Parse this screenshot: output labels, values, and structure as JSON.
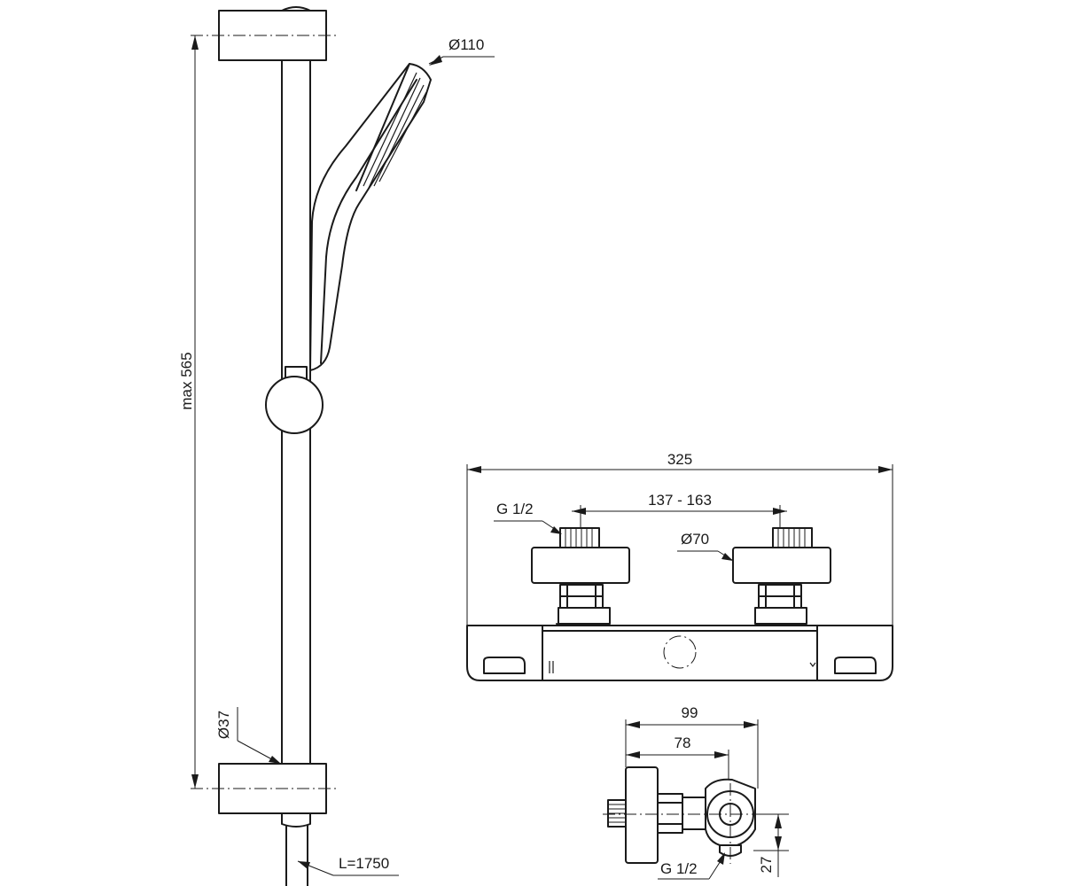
{
  "labels": {
    "shower_head_diameter": "Ø110",
    "rail_height": "max 565",
    "rail_diameter": "Ø37",
    "hose_length": "L=1750",
    "mixer_width": "325",
    "inlet_spacing": "137 - 163",
    "inlet_thread": "G 1/2",
    "escutcheon_diameter": "Ø70",
    "side_depth_total": "99",
    "side_depth_inner": "78",
    "outlet_thread": "G 1/2",
    "outlet_offset": "27"
  }
}
